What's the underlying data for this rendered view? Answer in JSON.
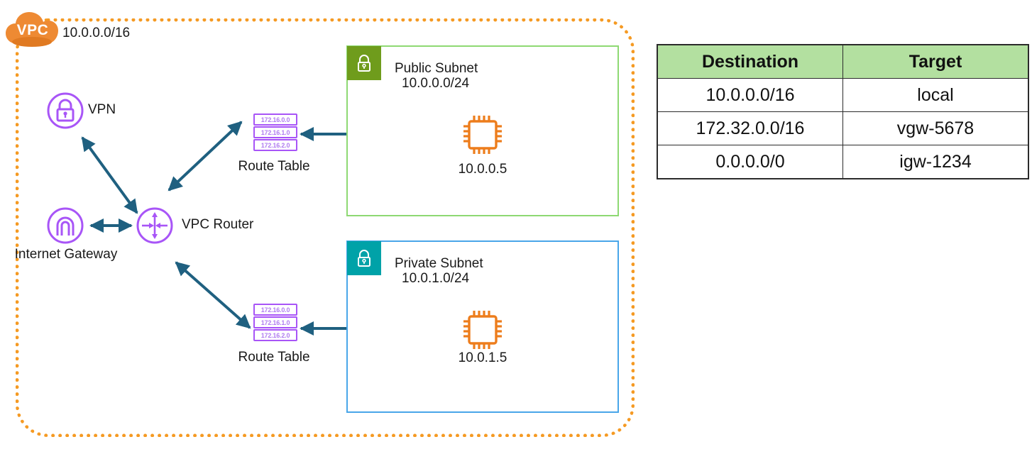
{
  "vpc": {
    "badge_label": "VPC",
    "cidr": "10.0.0.0/16",
    "boundary_color": "#f59a23"
  },
  "nodes": {
    "vpn": {
      "label": "VPN",
      "icon": "lock-circle-icon",
      "color": "#a855f7"
    },
    "internet_gateway": {
      "label": "Internet Gateway",
      "icon": "gateway-arch-icon",
      "color": "#a855f7"
    },
    "vpc_router": {
      "label": "VPC Router",
      "icon": "router-arrows-icon",
      "color": "#a855f7"
    }
  },
  "route_tables": [
    {
      "caption": "Route Table",
      "rows": [
        "172.16.0.0",
        "172.16.1.0",
        "172.16.2.0"
      ],
      "color": "#a855f7"
    },
    {
      "caption": "Route Table",
      "rows": [
        "172.16.0.0",
        "172.16.1.0",
        "172.16.2.0"
      ],
      "color": "#a855f7"
    }
  ],
  "subnets": [
    {
      "title": "Public Subnet",
      "cidr": "10.0.0.0/24",
      "badge_icon": "lock-icon",
      "badge_color": "#6f9c1c",
      "border_color": "#8ed973",
      "instance": {
        "ip": "10.0.0.5",
        "icon": "ec2-chip-icon",
        "color": "#ed7d1c"
      }
    },
    {
      "title": "Private Subnet",
      "cidr": "10.0.1.0/24",
      "badge_icon": "lock-icon",
      "badge_color": "#00a2a8",
      "border_color": "#49a6e9",
      "instance": {
        "ip": "10.0.1.5",
        "icon": "ec2-chip-icon",
        "color": "#ed7d1c"
      }
    }
  ],
  "routes_table": {
    "headers": [
      "Destination",
      "Target"
    ],
    "header_bg": "#b3e0a0",
    "rows": [
      {
        "destination": "10.0.0.0/16",
        "target": "local"
      },
      {
        "destination": "172.32.0.0/16",
        "target": "vgw-5678"
      },
      {
        "destination": "0.0.0.0/0",
        "target": "igw-1234"
      }
    ]
  },
  "connections": {
    "arrow_color": "#1f6080",
    "style": "double-headed"
  }
}
